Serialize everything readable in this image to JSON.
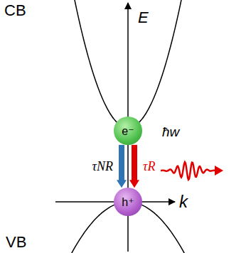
{
  "diagram": {
    "nodes": [
      {
        "text": [
          "e⁻"
        ]
      },
      {
        "text": [
          "h⁺"
        ]
      }
    ],
    "edges": [
      {
        "from": 0,
        "to": 1,
        "arrow": "to",
        "label": "τNR"
      },
      {
        "from": 0,
        "to": 1,
        "arrow": "to",
        "label": "τR"
      }
    ],
    "labels": [
      "CB",
      "E",
      "k",
      "VB",
      "ħw"
    ]
  }
}
